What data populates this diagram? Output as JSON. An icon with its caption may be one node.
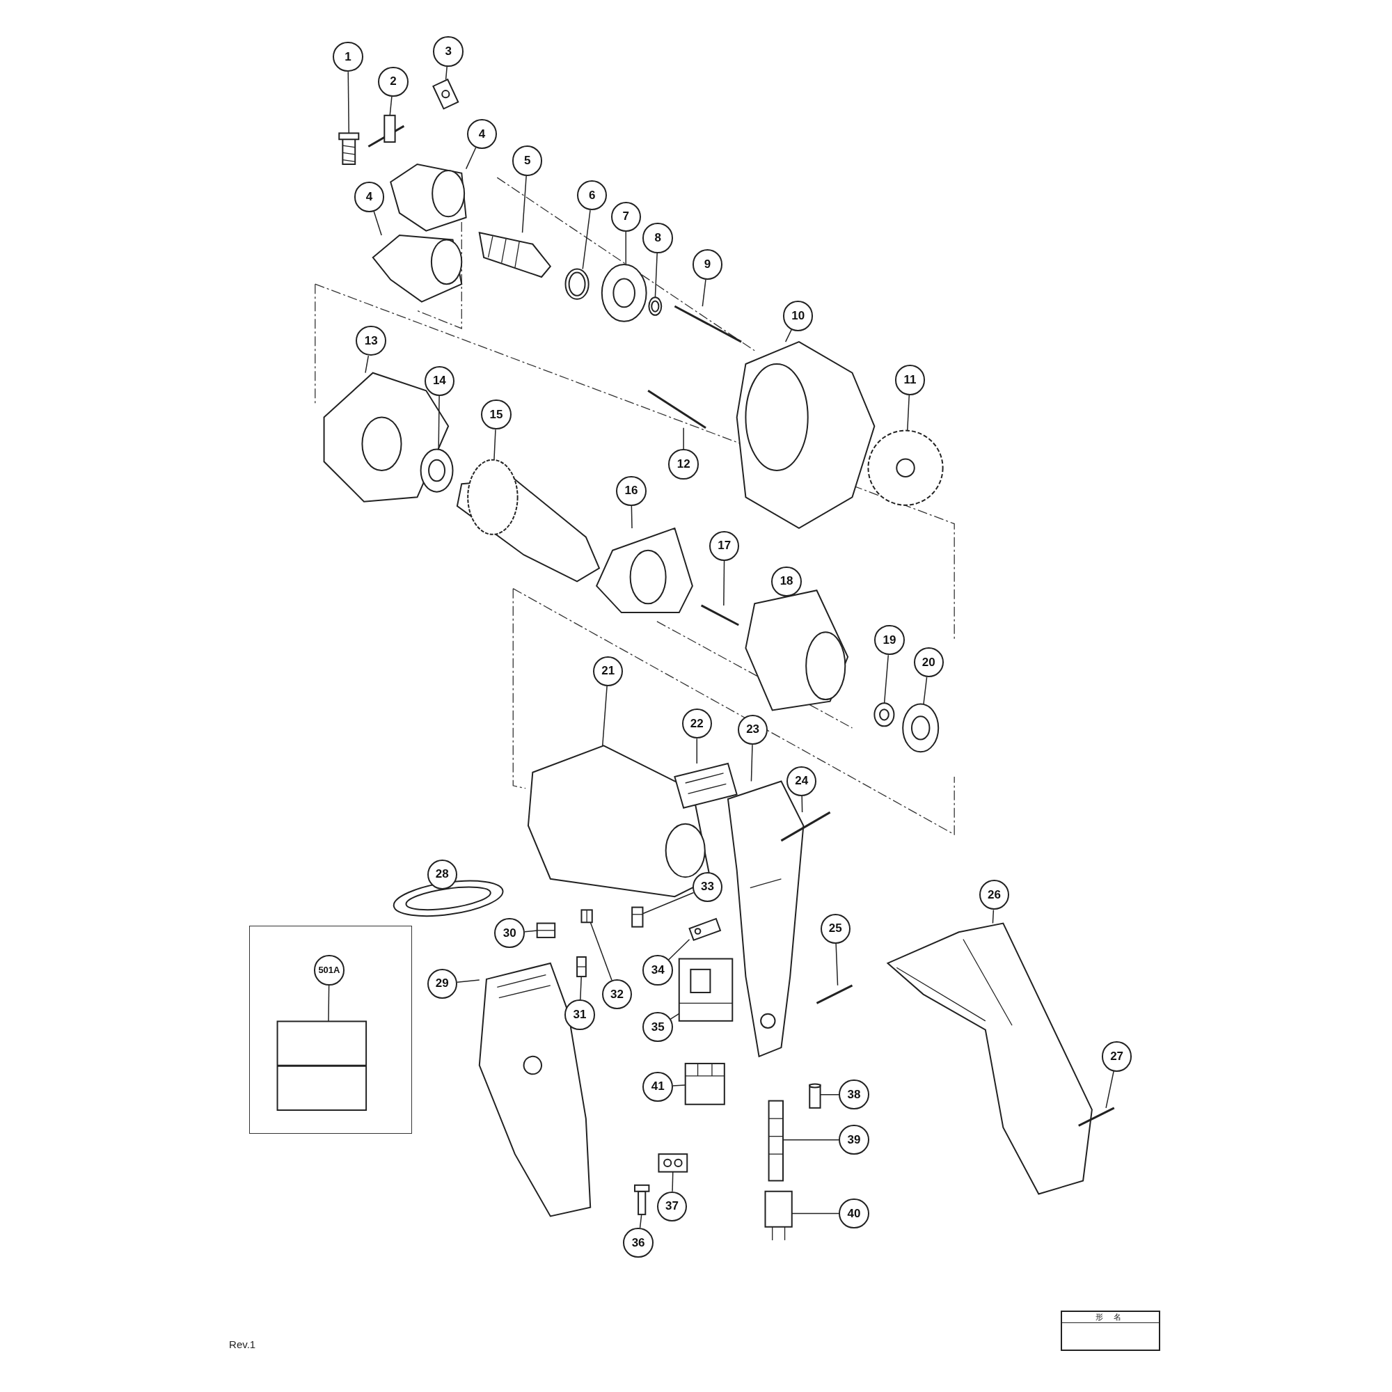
{
  "diagram": {
    "nodes": [
      {
        "text": [
          "1"
        ]
      },
      {
        "text": [
          "2"
        ]
      },
      {
        "text": [
          "3"
        ]
      },
      {
        "text": [
          "4"
        ]
      },
      {
        "text": [
          "5"
        ]
      },
      {
        "text": [
          "6"
        ]
      },
      {
        "text": [
          "7"
        ]
      },
      {
        "text": [
          "8"
        ]
      },
      {
        "text": [
          "9"
        ]
      },
      {
        "text": [
          "10"
        ]
      },
      {
        "text": [
          "4"
        ]
      },
      {
        "text": [
          "13"
        ]
      },
      {
        "text": [
          "11"
        ]
      },
      {
        "text": [
          "14"
        ]
      },
      {
        "text": [
          "15"
        ]
      },
      {
        "text": [
          "12"
        ]
      },
      {
        "text": [
          "16"
        ]
      },
      {
        "text": [
          "17"
        ]
      },
      {
        "text": [
          "18"
        ]
      },
      {
        "text": [
          "19"
        ]
      },
      {
        "text": [
          "20"
        ]
      },
      {
        "text": [
          "21"
        ]
      },
      {
        "text": [
          "22"
        ]
      },
      {
        "text": [
          "23"
        ]
      },
      {
        "text": [
          "24"
        ]
      },
      {
        "text": [
          "28"
        ]
      },
      {
        "text": [
          "26"
        ]
      },
      {
        "text": [
          "33"
        ]
      },
      {
        "text": [
          "30"
        ]
      },
      {
        "text": [
          "25"
        ]
      },
      {
        "text": [],
        "shape": "box"
      },
      {
        "text": [
          "501A"
        ],
        "in": 30
      },
      {
        "text": [
          "34"
        ]
      },
      {
        "text": [
          "29"
        ]
      },
      {
        "text": [
          "32"
        ]
      },
      {
        "text": [
          "31"
        ]
      },
      {
        "text": [
          "35"
        ]
      },
      {
        "text": [
          "27"
        ]
      },
      {
        "text": [
          "41"
        ]
      },
      {
        "text": [
          "38"
        ]
      },
      {
        "text": [
          "39"
        ]
      },
      {
        "text": [
          "40"
        ]
      },
      {
        "text": [
          "37"
        ]
      },
      {
        "text": [
          "36"
        ]
      },
      {
        "text": [],
        "shape": "picture"
      },
      {
        "text": [],
        "shape": "picture"
      },
      {
        "text": [],
        "shape": "picture"
      },
      {
        "text": [],
        "shape": "picture"
      },
      {
        "text": [],
        "shape": "picture"
      },
      {
        "text": [],
        "shape": "picture"
      },
      {
        "text": [],
        "shape": "picture"
      },
      {
        "text": [],
        "shape": "picture"
      },
      {
        "text": [],
        "shape": "picture"
      },
      {
        "text": [],
        "shape": "picture"
      },
      {
        "text": [],
        "shape": "picture"
      },
      {
        "text": [],
        "shape": "picture"
      },
      {
        "text": [],
        "shape": "picture"
      },
      {
        "text": [],
        "shape": "picture"
      },
      {
        "text": [],
        "shape": "picture"
      },
      {
        "text": [],
        "shape": "picture"
      },
      {
        "text": [],
        "shape": "picture"
      },
      {
        "text": [],
        "shape": "picture"
      },
      {
        "text": [],
        "shape": "picture"
      },
      {
        "text": [],
        "shape": "picture"
      },
      {
        "text": [],
        "shape": "picture"
      },
      {
        "text": [],
        "shape": "picture"
      },
      {
        "text": [],
        "shape": "picture"
      },
      {
        "text": [],
        "shape": "picture"
      },
      {
        "text": [],
        "shape": "picture"
      },
      {
        "text": [],
        "shape": "picture"
      },
      {
        "text": [],
        "shape": "picture"
      },
      {
        "text": [],
        "shape": "picture"
      },
      {
        "text": [],
        "shape": "picture"
      },
      {
        "text": [],
        "shape": "picture"
      },
      {
        "text": [],
        "shape": "picture",
        "in": 30
      },
      {
        "text": [],
        "shape": "picture"
      },
      {
        "text": [],
        "shape": "picture"
      },
      {
        "text": [],
        "shape": "picture"
      },
      {
        "text": [],
        "shape": "picture"
      },
      {
        "text": [],
        "shape": "picture"
      },
      {
        "text": [],
        "shape": "picture"
      },
      {
        "text": [],
        "shape": "picture"
      },
      {
        "text": [],
        "shape": "picture"
      },
      {
        "text": [],
        "shape": "picture"
      },
      {
        "text": [],
        "shape": "picture"
      },
      {
        "text": [],
        "shape": "picture"
      },
      {
        "text": [],
        "shape": "picture"
      }
    ],
    "edges": [
      {
        "from": 0,
        "to": 44,
        "arrow": "none"
      },
      {
        "from": 1,
        "to": 45,
        "arrow": "none"
      },
      {
        "from": 2,
        "to": 46,
        "arrow": "none"
      },
      {
        "from": 3,
        "to": 47,
        "arrow": "none"
      },
      {
        "from": 4,
        "to": 48,
        "arrow": "none"
      },
      {
        "from": 5,
        "to": 49,
        "arrow": "none"
      },
      {
        "from": 6,
        "to": 50,
        "arrow": "none"
      },
      {
        "from": 7,
        "to": 51,
        "arrow": "none"
      },
      {
        "from": 8,
        "to": 52,
        "arrow": "none"
      },
      {
        "from": 9,
        "to": 53,
        "arrow": "none"
      },
      {
        "from": 10,
        "to": 54,
        "arrow": "none"
      },
      {
        "from": 11,
        "to": 55,
        "arrow": "none"
      },
      {
        "from": 12,
        "to": 56,
        "arrow": "none"
      },
      {
        "from": 13,
        "to": 57,
        "arrow": "none"
      },
      {
        "from": 14,
        "to": 58,
        "arrow": "none"
      },
      {
        "from": 15,
        "to": 59,
        "arrow": "none"
      },
      {
        "from": 16,
        "to": 60,
        "arrow": "none"
      },
      {
        "from": 17,
        "to": 61,
        "arrow": "none"
      },
      {
        "from": 18,
        "to": 62,
        "arrow": "none"
      },
      {
        "from": 19,
        "to": 63,
        "arrow": "none"
      },
      {
        "from": 20,
        "to": 64,
        "arrow": "none"
      },
      {
        "from": 21,
        "to": 65,
        "arrow": "none"
      },
      {
        "from": 22,
        "to": 66,
        "arrow": "none"
      },
      {
        "from": 23,
        "to": 67,
        "arrow": "none"
      },
      {
        "from": 24,
        "to": 68,
        "arrow": "none"
      },
      {
        "from": 25,
        "to": 69,
        "arrow": "none"
      },
      {
        "from": 26,
        "to": 70,
        "arrow": "none"
      },
      {
        "from": 27,
        "to": 71,
        "arrow": "none"
      },
      {
        "from": 28,
        "to": 72,
        "arrow": "none"
      },
      {
        "from": 29,
        "to": 73,
        "arrow": "none"
      },
      {
        "from": 31,
        "to": 74,
        "arrow": "none"
      },
      {
        "from": 32,
        "to": 75,
        "arrow": "none"
      },
      {
        "from": 33,
        "to": 76,
        "arrow": "none"
      },
      {
        "from": 34,
        "to": 77,
        "arrow": "none"
      },
      {
        "from": 35,
        "to": 78,
        "arrow": "none"
      },
      {
        "from": 36,
        "to": 79,
        "arrow": "none"
      },
      {
        "from": 37,
        "to": 80,
        "arrow": "none"
      },
      {
        "from": 38,
        "to": 81,
        "arrow": "none"
      },
      {
        "from": 39,
        "to": 82,
        "arrow": "none"
      },
      {
        "from": 40,
        "to": 83,
        "arrow": "none"
      },
      {
        "from": 41,
        "to": 84,
        "arrow": "none"
      },
      {
        "from": 42,
        "to": 85,
        "arrow": "none"
      },
      {
        "from": 43,
        "to": 86,
        "arrow": "none"
      }
    ],
    "labels": [
      "形 名",
      "Rev.1"
    ]
  }
}
